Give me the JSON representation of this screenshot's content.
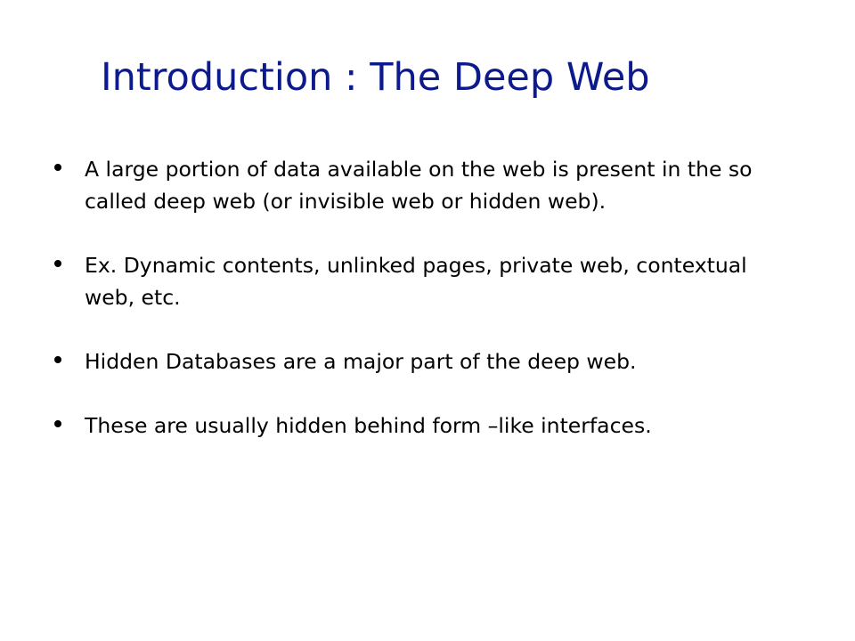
{
  "slide": {
    "title": "Introduction : The Deep Web",
    "bullets": [
      "A large portion of data available on the web is present in the so called deep web (or invisible web or hidden web).",
      "Ex. Dynamic contents, unlinked pages, private web, contextual web, etc.",
      "Hidden Databases are a major part of the deep web.",
      "These are usually hidden behind form –like interfaces."
    ]
  },
  "colors": {
    "title": "#0D1A8C",
    "body_text": "#000000",
    "background": "#FFFFFF"
  }
}
